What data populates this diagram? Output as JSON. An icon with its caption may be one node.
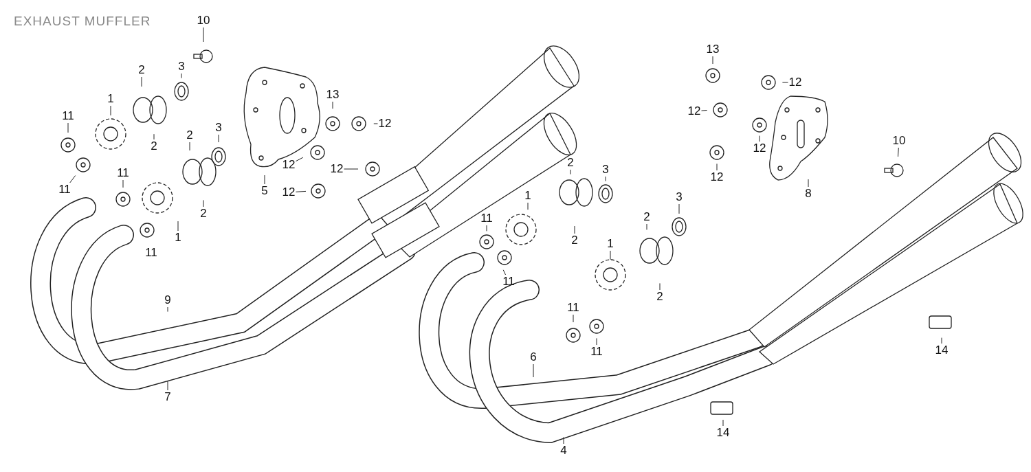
{
  "diagram": {
    "title": "EXHAUST MUFFLER",
    "nodes": [
      {
        "text": [
          "10"
        ]
      },
      {
        "text": [
          "2"
        ]
      },
      {
        "text": [
          "3"
        ]
      },
      {
        "text": [
          "1"
        ]
      },
      {
        "text": [
          "11"
        ]
      },
      {
        "text": [
          "2"
        ]
      },
      {
        "text": [
          "11"
        ]
      },
      {
        "text": [
          "2"
        ]
      },
      {
        "text": [
          "3"
        ]
      },
      {
        "text": [
          "11"
        ]
      },
      {
        "text": [
          "2"
        ]
      },
      {
        "text": [
          "1"
        ]
      },
      {
        "text": [
          "13"
        ]
      },
      {
        "text": [
          "12"
        ]
      },
      {
        "text": [
          "5"
        ]
      },
      {
        "text": [
          "12"
        ]
      },
      {
        "text": [
          "12"
        ]
      },
      {
        "text": [
          "12"
        ]
      },
      {
        "text": [
          "9"
        ]
      },
      {
        "text": [
          "7"
        ]
      },
      {
        "text": [
          "13"
        ]
      },
      {
        "text": [
          "12"
        ]
      },
      {
        "text": [
          "12"
        ]
      },
      {
        "text": [
          "12"
        ]
      },
      {
        "text": [
          "12"
        ]
      },
      {
        "text": [
          "8"
        ]
      },
      {
        "text": [
          "10"
        ]
      },
      {
        "text": [
          "3"
        ]
      },
      {
        "text": [
          "2"
        ]
      },
      {
        "text": [
          "2"
        ]
      },
      {
        "text": [
          "1"
        ]
      },
      {
        "text": [
          "11"
        ]
      },
      {
        "text": [
          "11"
        ]
      },
      {
        "text": [
          "3"
        ]
      },
      {
        "text": [
          "2"
        ]
      },
      {
        "text": [
          "1"
        ]
      },
      {
        "text": [
          "2"
        ]
      },
      {
        "text": [
          "11"
        ]
      },
      {
        "text": [
          "11"
        ]
      },
      {
        "text": [
          "6"
        ]
      },
      {
        "text": [
          "14"
        ]
      },
      {
        "text": [
          "4"
        ]
      },
      {
        "text": [
          "14"
        ]
      }
    ],
    "edges": [
      {
        "from": 0,
        "to": null,
        "arrow": "none"
      },
      {
        "from": 1,
        "to": null,
        "arrow": "none"
      },
      {
        "from": 2,
        "to": null,
        "arrow": "none"
      },
      {
        "from": 3,
        "to": null,
        "arrow": "none"
      },
      {
        "from": 4,
        "to": null,
        "arrow": "none"
      },
      {
        "from": 5,
        "to": null,
        "arrow": "none"
      },
      {
        "from": 6,
        "to": null,
        "arrow": "none"
      },
      {
        "from": 7,
        "to": null,
        "arrow": "none"
      },
      {
        "from": 8,
        "to": null,
        "arrow": "none"
      },
      {
        "from": 9,
        "to": null,
        "arrow": "none"
      },
      {
        "from": 10,
        "to": null,
        "arrow": "none"
      },
      {
        "from": 11,
        "to": null,
        "arrow": "none"
      },
      {
        "from": 12,
        "to": null,
        "arrow": "none"
      },
      {
        "from": 13,
        "to": null,
        "arrow": "none"
      },
      {
        "from": 14,
        "to": null,
        "arrow": "none"
      },
      {
        "from": 15,
        "to": null,
        "arrow": "none"
      },
      {
        "from": 16,
        "to": null,
        "arrow": "none"
      },
      {
        "from": 17,
        "to": null,
        "arrow": "none"
      },
      {
        "from": 18,
        "to": null,
        "arrow": "none"
      },
      {
        "from": 19,
        "to": null,
        "arrow": "none"
      },
      {
        "from": 20,
        "to": null,
        "arrow": "none"
      },
      {
        "from": 21,
        "to": null,
        "arrow": "none"
      },
      {
        "from": 22,
        "to": null,
        "arrow": "none"
      },
      {
        "from": 23,
        "to": null,
        "arrow": "none"
      },
      {
        "from": 24,
        "to": null,
        "arrow": "none"
      },
      {
        "from": 25,
        "to": null,
        "arrow": "none"
      },
      {
        "from": 26,
        "to": null,
        "arrow": "none"
      },
      {
        "from": 27,
        "to": null,
        "arrow": "none"
      },
      {
        "from": 28,
        "to": null,
        "arrow": "none"
      },
      {
        "from": 29,
        "to": null,
        "arrow": "none"
      },
      {
        "from": 30,
        "to": null,
        "arrow": "none"
      },
      {
        "from": 31,
        "to": null,
        "arrow": "none"
      },
      {
        "from": 32,
        "to": null,
        "arrow": "none"
      },
      {
        "from": 33,
        "to": null,
        "arrow": "none"
      },
      {
        "from": 34,
        "to": null,
        "arrow": "none"
      },
      {
        "from": 35,
        "to": null,
        "arrow": "none"
      },
      {
        "from": 36,
        "to": null,
        "arrow": "none"
      },
      {
        "from": 37,
        "to": null,
        "arrow": "none"
      },
      {
        "from": 38,
        "to": null,
        "arrow": "none"
      },
      {
        "from": 39,
        "to": null,
        "arrow": "none"
      },
      {
        "from": 40,
        "to": null,
        "arrow": "none"
      },
      {
        "from": 41,
        "to": null,
        "arrow": "none"
      },
      {
        "from": 42,
        "to": null,
        "arrow": "none"
      }
    ],
    "labels": [
      "11"
    ]
  }
}
